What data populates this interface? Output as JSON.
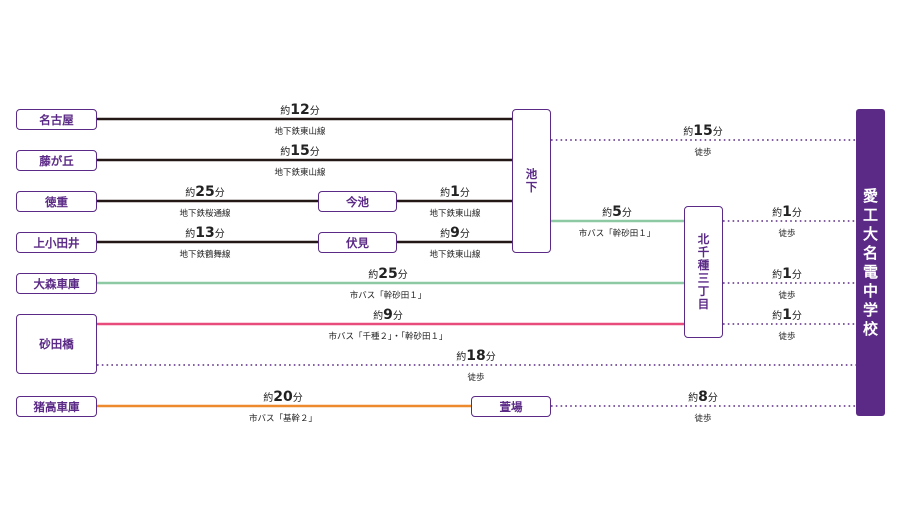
{
  "colors": {
    "brand": "#5b2a86",
    "subway": "#231815",
    "bus_green": "#8dcaa4",
    "bus_pink": "#e84c7d",
    "bus_orange": "#ee8a2e",
    "walk": "#5b2a86"
  },
  "destination": {
    "label_chars": [
      "愛",
      "工",
      "大",
      "名",
      "電",
      "中",
      "学",
      "校"
    ]
  },
  "stations": {
    "nagoya": "名古屋",
    "fujigaoka": "藤が丘",
    "tokushige": "徳重",
    "kamiotai": "上小田井",
    "omori": "大森車庫",
    "sunadabashi": "砂田橋",
    "inokoshi": "猪高車庫",
    "imaike": "今池",
    "fushimi": "伏見",
    "kayaba": "萱場",
    "ikeshita_chars": [
      "池",
      "下"
    ],
    "kitachikusa_chars": [
      "北",
      "千",
      "種",
      "三",
      "丁",
      "目"
    ]
  },
  "routes": {
    "nagoya_ikeshita": {
      "prefix": "約",
      "minutes": "12",
      "unit": "分",
      "line": "地下鉄東山線"
    },
    "fujigaoka_ikeshita": {
      "prefix": "約",
      "minutes": "15",
      "unit": "分",
      "line": "地下鉄東山線"
    },
    "tokushige_imaike": {
      "prefix": "約",
      "minutes": "25",
      "unit": "分",
      "line": "地下鉄桜通線"
    },
    "imaike_ikeshita": {
      "prefix": "約",
      "minutes": "1",
      "unit": "分",
      "line": "地下鉄東山線"
    },
    "kamiotai_fushimi": {
      "prefix": "約",
      "minutes": "13",
      "unit": "分",
      "line": "地下鉄鶴舞線"
    },
    "fushimi_ikeshita": {
      "prefix": "約",
      "minutes": "9",
      "unit": "分",
      "line": "地下鉄東山線"
    },
    "ikeshita_school": {
      "prefix": "約",
      "minutes": "15",
      "unit": "分",
      "line": "徒歩"
    },
    "ikeshita_kitachikusa": {
      "prefix": "約",
      "minutes": "5",
      "unit": "分",
      "line": "市バス「幹砂田１」"
    },
    "kitachikusa_school_1": {
      "prefix": "約",
      "minutes": "1",
      "unit": "分",
      "line": "徒歩"
    },
    "omori_kitachikusa": {
      "prefix": "約",
      "minutes": "25",
      "unit": "分",
      "line": "市バス「幹砂田１」"
    },
    "kitachikusa_school_2": {
      "prefix": "約",
      "minutes": "1",
      "unit": "分",
      "line": "徒歩"
    },
    "sunadabashi_kitachikusa": {
      "prefix": "約",
      "minutes": "9",
      "unit": "分",
      "line": "市バス「千種２」・「幹砂田１」"
    },
    "kitachikusa_school_3": {
      "prefix": "約",
      "minutes": "1",
      "unit": "分",
      "line": "徒歩"
    },
    "sunadabashi_school": {
      "prefix": "約",
      "minutes": "18",
      "unit": "分",
      "line": "徒歩"
    },
    "inokoshi_kayaba": {
      "prefix": "約",
      "minutes": "20",
      "unit": "分",
      "line": "市バス「基幹２」"
    },
    "kayaba_school": {
      "prefix": "約",
      "minutes": "8",
      "unit": "分",
      "line": "徒歩"
    }
  }
}
